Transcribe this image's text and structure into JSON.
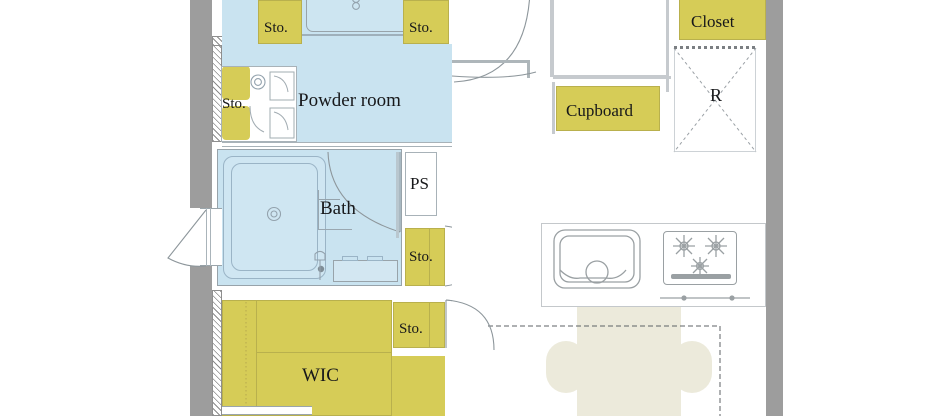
{
  "document": {
    "type": "floor-plan",
    "title": "Apartment floor plan (partial)",
    "orientation": "plan-view"
  },
  "palette": {
    "storage_yellow": "#D6CC57",
    "wet_area_blue": "#C9E3F0",
    "structural_gray": "#9D9D9D",
    "furniture_cream": "#ECEADB",
    "line_gray": "#9AA5AB",
    "text_black": "#17181A",
    "page_white": "#FFFFFF"
  },
  "rooms": [
    {
      "id": "powder-room",
      "label": "Powder room",
      "fill": "wet_area_blue"
    },
    {
      "id": "bath",
      "label": "Bath",
      "fill": "wet_area_blue"
    },
    {
      "id": "wic",
      "label": "WIC",
      "fill": "storage_yellow"
    },
    {
      "id": "ps-shaft",
      "label": "PS",
      "fill": "page_white"
    },
    {
      "id": "refrigerator-space",
      "label": "R",
      "fill": "page_white"
    }
  ],
  "storage": [
    {
      "id": "sto-top-left",
      "label": "Sto."
    },
    {
      "id": "sto-top-right",
      "label": "Sto."
    },
    {
      "id": "sto-powder-left",
      "label": "Sto."
    },
    {
      "id": "sto-mid-right",
      "label": "Sto."
    },
    {
      "id": "sto-lower-right",
      "label": "Sto."
    },
    {
      "id": "closet",
      "label": "Closet"
    },
    {
      "id": "cupboard",
      "label": "Cupboard"
    }
  ],
  "fixtures": [
    {
      "id": "vanity-sink",
      "name": "bathroom-vanity-sink"
    },
    {
      "id": "bathtub",
      "name": "bathtub"
    },
    {
      "id": "shower-head",
      "name": "shower-head"
    },
    {
      "id": "washbasin-counter",
      "name": "bath-counter"
    },
    {
      "id": "toilet",
      "name": "toilet"
    },
    {
      "id": "washing-machine",
      "name": "washing-machine"
    },
    {
      "id": "kitchen-sink",
      "name": "kitchen-sink"
    },
    {
      "id": "gas-stove",
      "name": "three-burner-gas-stove"
    },
    {
      "id": "dining-table",
      "name": "dining-table-with-chairs"
    }
  ],
  "openings": [
    {
      "id": "entry-door-swing",
      "name": "hinged-door"
    },
    {
      "id": "bath-door-swing",
      "name": "bath-hinged-door"
    },
    {
      "id": "sto-door-swing-a",
      "name": "storage-hinged-door"
    },
    {
      "id": "sto-door-swing-b",
      "name": "storage-hinged-door"
    },
    {
      "id": "wic-door-swing",
      "name": "wic-hinged-door"
    },
    {
      "id": "casement-window",
      "name": "casement-window"
    }
  ]
}
